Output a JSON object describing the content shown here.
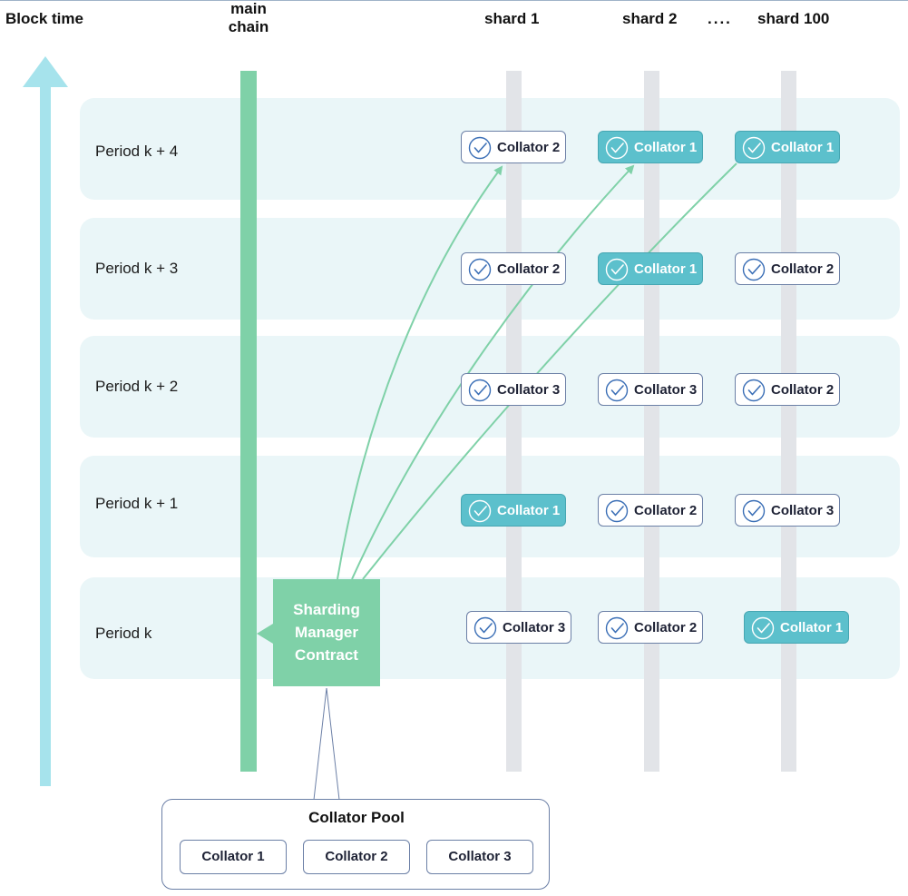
{
  "headers": {
    "block_time": "Block time",
    "main_chain": "main chain",
    "shard1": "shard 1",
    "shard2": "shard 2",
    "ellipsis": "....",
    "shard100": "shard 100"
  },
  "periods": [
    "Period k + 4",
    "Period k + 3",
    "Period k + 2",
    "Period k + 1",
    "Period k"
  ],
  "grid": [
    [
      {
        "label": "Collator 2",
        "active": false
      },
      {
        "label": "Collator 1",
        "active": true
      },
      {
        "label": "Collator 1",
        "active": true
      }
    ],
    [
      {
        "label": "Collator 2",
        "active": false
      },
      {
        "label": "Collator 1",
        "active": true
      },
      {
        "label": "Collator 2",
        "active": false
      }
    ],
    [
      {
        "label": "Collator 3",
        "active": false
      },
      {
        "label": "Collator 3",
        "active": false
      },
      {
        "label": "Collator 2",
        "active": false
      }
    ],
    [
      {
        "label": "Collator 1",
        "active": true
      },
      {
        "label": "Collator 2",
        "active": false
      },
      {
        "label": "Collator 3",
        "active": false
      }
    ],
    [
      {
        "label": "Collator 3",
        "active": false
      },
      {
        "label": "Collator 2",
        "active": false
      },
      {
        "label": "Collator 1",
        "active": true
      }
    ]
  ],
  "smc": {
    "line1": "Sharding",
    "line2": "Manager",
    "line3": "Contract"
  },
  "pool": {
    "title": "Collator Pool",
    "items": [
      "Collator 1",
      "Collator 2",
      "Collator 3"
    ]
  },
  "colors": {
    "mainchain": "#7fd1a8",
    "active_collator": "#5cc0cc",
    "band": "#eaf6f8",
    "arrow": "#a6e3ec",
    "assignment_line": "#7fd1a8"
  }
}
